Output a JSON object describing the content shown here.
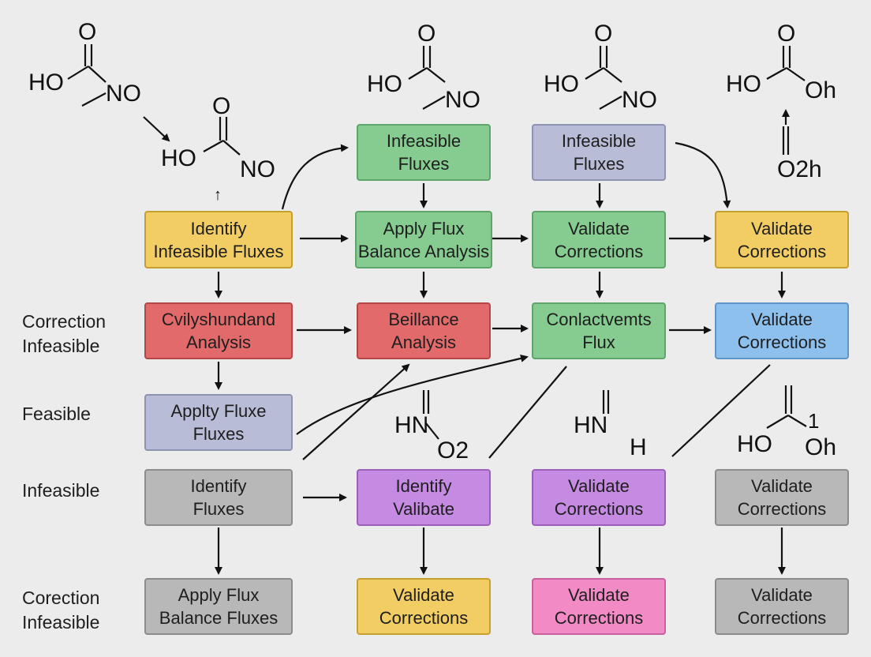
{
  "row_labels": [
    "Correction\nInfeasible",
    "Feasible",
    "Infeasible",
    "Corection\nInfeasible"
  ],
  "boxes": {
    "r1c2": "Infeasible\nFluxes",
    "r1c3": "Infeasible\nFluxes",
    "r2c1": "Identify\nInfeasible Fluxes",
    "r2c2": "Apply Flux\nBalance Analysis",
    "r2c3": "Validate\nCorrections",
    "r2c4": "Validate\nCorrections",
    "r3c1": "Cvilyshundand\nAnalysis",
    "r3c2": "Beillance\nAnalysis",
    "r3c3": "Conlactvemts\nFlux",
    "r3c4": "Validate\nCorrections",
    "r4c1": "Applty Fluxe\nFluxes",
    "r5c1": "Identify\nFluxes",
    "r5c2": "Identify\nValibate",
    "r5c3": "Validate\nCorrections",
    "r5c4": "Validate\nCorrections",
    "r6c1": "Apply Flux\nBalance Fluxes",
    "r6c2": "Validate\nCorrections",
    "r6c3": "Validate\nCorrections",
    "r6c4": "Validate\nCorrections"
  },
  "chem": {
    "o": "O",
    "ho": "HO",
    "no": "NO",
    "oh": "Oh",
    "o2h": "O2h",
    "hn": "HN",
    "o2": "O2",
    "h": "H",
    "one": "1",
    "arrow_small": "↑"
  },
  "colors": {
    "yellow": "#f1cd64",
    "green": "#86cc91",
    "lavender": "#b8bcd6",
    "red": "#e36a6a",
    "blue": "#8ec0ee",
    "gray": "#b8b8b8",
    "purple": "#c58ae2",
    "pink": "#f28ac6",
    "line": "#111111"
  }
}
